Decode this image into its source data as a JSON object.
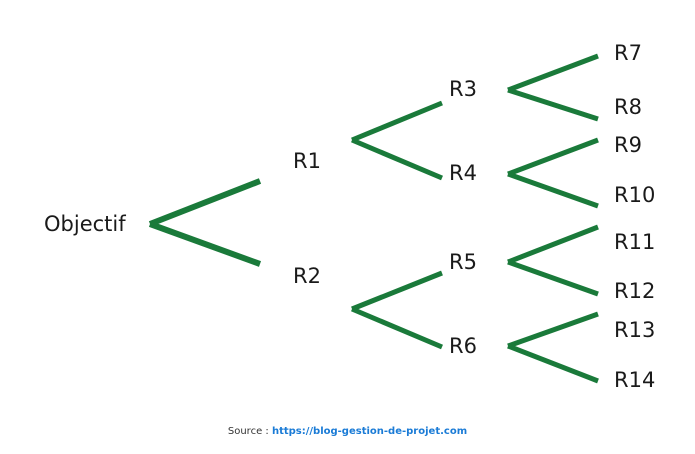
{
  "diagram": {
    "root": "Objectif",
    "nodes": [
      {
        "id": "R1",
        "label": "R1",
        "parent": "Objectif"
      },
      {
        "id": "R2",
        "label": "R2",
        "parent": "Objectif"
      },
      {
        "id": "R3",
        "label": "R3",
        "parent": "R1"
      },
      {
        "id": "R4",
        "label": "R4",
        "parent": "R1"
      },
      {
        "id": "R5",
        "label": "R5",
        "parent": "R2"
      },
      {
        "id": "R6",
        "label": "R6",
        "parent": "R2"
      },
      {
        "id": "R7",
        "label": "R7",
        "parent": "R3"
      },
      {
        "id": "R8",
        "label": "R8",
        "parent": "R3"
      },
      {
        "id": "R9",
        "label": "R9",
        "parent": "R4"
      },
      {
        "id": "R10",
        "label": "R10",
        "parent": "R4"
      },
      {
        "id": "R11",
        "label": "R11",
        "parent": "R5"
      },
      {
        "id": "R12",
        "label": "R12",
        "parent": "R5"
      },
      {
        "id": "R13",
        "label": "R13",
        "parent": "R6"
      },
      {
        "id": "R14",
        "label": "R14",
        "parent": "R6"
      }
    ],
    "branch_color": "#1a7a3a"
  },
  "source": {
    "prefix": "Source : ",
    "link": "https://blog-gestion-de-projet.com"
  }
}
